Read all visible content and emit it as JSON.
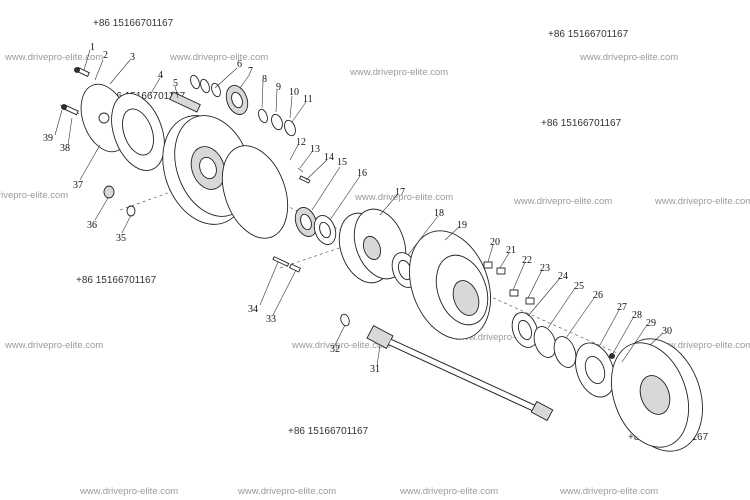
{
  "watermarks": {
    "phone": "+86 15166701167",
    "site": "www.drivepro-elite.com"
  },
  "callouts": [
    "1",
    "2",
    "3",
    "4",
    "5",
    "6",
    "7",
    "8",
    "9",
    "10",
    "11",
    "12",
    "13",
    "14",
    "15",
    "16",
    "17",
    "18",
    "19",
    "20",
    "21",
    "22",
    "23",
    "24",
    "25",
    "26",
    "27",
    "28",
    "29",
    "30",
    "31",
    "32",
    "33",
    "34",
    "35",
    "36",
    "37",
    "38",
    "39"
  ]
}
